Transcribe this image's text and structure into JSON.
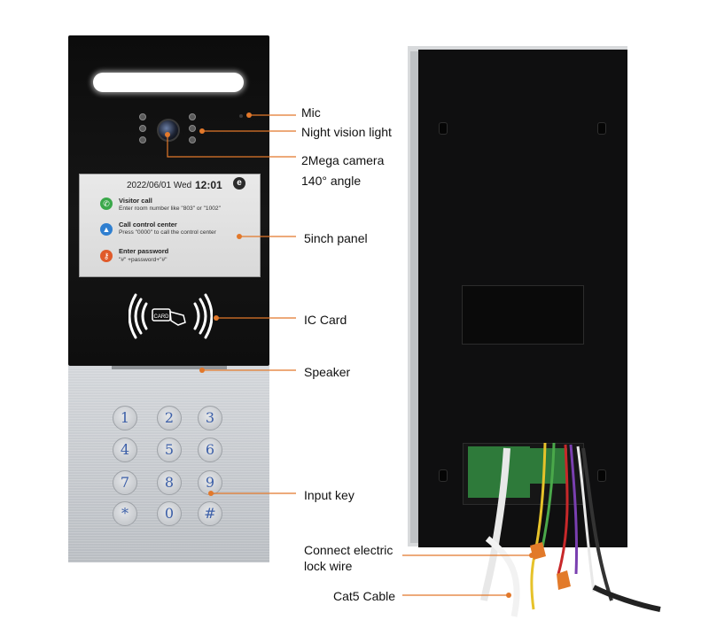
{
  "screen": {
    "date": "2022/06/01 Wed",
    "time": "12:01",
    "logo": "e",
    "items": [
      {
        "title": "Visitor call",
        "desc": "Enter room number like \"803\" or \"1002\"",
        "icon": "phone-icon",
        "color": "#3aa84a"
      },
      {
        "title": "Call control center",
        "desc": "Press \"0000\" to call the control center",
        "icon": "bell-icon",
        "color": "#2f7fd0"
      },
      {
        "title": "Enter password",
        "desc": "\"#\" +password+\"#\"",
        "icon": "key-icon",
        "color": "#e05a2a"
      }
    ]
  },
  "keypad": {
    "keys": [
      "1",
      "2",
      "3",
      "4",
      "5",
      "6",
      "7",
      "8",
      "9",
      "*",
      "0",
      "#"
    ]
  },
  "callouts": {
    "mic": "Mic",
    "night_vision": "Night vision light",
    "camera_line1": "2Mega camera",
    "camera_line2": "140° angle",
    "panel": "5inch panel",
    "ic_card": "IC Card",
    "speaker": "Speaker",
    "input_key": "Input key",
    "lock_wire_line1": "Connect electric",
    "lock_wire_line2": "lock wire",
    "cat5": "Cat5 Cable"
  },
  "colors": {
    "accent": "#e2782a",
    "key_digit": "#3c5fa8"
  }
}
